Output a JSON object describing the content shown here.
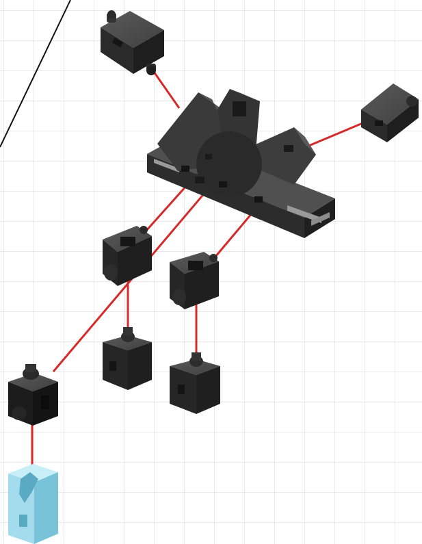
{
  "diagram": {
    "type": "exploded-assembly-instruction",
    "background": "#ffffff",
    "grid_color": "#d9d9d9",
    "connector_color": "#d42a2a",
    "part_color": "#3a3a3a",
    "new_part_color": "#8fd3e6",
    "parts": [
      {
        "id": "top-cube",
        "kind": "building-block-15",
        "icon": "cube-icon"
      },
      {
        "id": "angular-base",
        "kind": "angle-segment-base",
        "icon": "base-plate-icon"
      },
      {
        "id": "right-cube",
        "kind": "building-block-15",
        "icon": "cube-icon"
      },
      {
        "id": "mid-left-cube",
        "kind": "building-block-15",
        "icon": "cube-icon"
      },
      {
        "id": "mid-right-cube",
        "kind": "building-block-15",
        "icon": "cube-icon"
      },
      {
        "id": "lower-left-cube",
        "kind": "building-block-15",
        "icon": "cube-icon"
      },
      {
        "id": "lower-right-cube",
        "kind": "building-block-15",
        "icon": "cube-icon"
      },
      {
        "id": "bottom-left-cube",
        "kind": "building-block-15",
        "icon": "cube-icon"
      },
      {
        "id": "blue-part",
        "kind": "building-block-30",
        "icon": "blue-block-icon"
      }
    ]
  }
}
